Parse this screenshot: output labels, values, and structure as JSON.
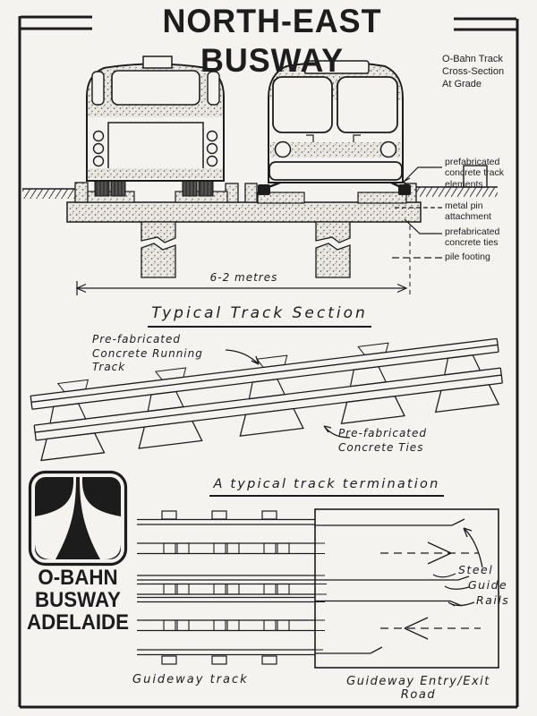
{
  "page": {
    "title": "NORTH-EAST BUSWAY"
  },
  "colors": {
    "ink": "#1c1c1c",
    "paper": "#f5f3ef"
  },
  "cross_section": {
    "caption": "O-Bahn Track\nCross-Section\nAt Grade",
    "labels": {
      "track_elements": "prefabricated\nconcrete track\nelements",
      "metal_pin": "metal pin\nattachment",
      "concrete_ties": "prefabricated\nconcrete ties",
      "pile_footing": "pile footing",
      "dimension": "6-2 metres"
    }
  },
  "track_section": {
    "heading": "Typical Track Section",
    "labels": {
      "running_track": "Pre-fabricated\nConcrete Running\nTrack",
      "ties": "Pre-fabricated\nConcrete Ties"
    }
  },
  "termination": {
    "heading": "A typical track termination",
    "rail_labels": [
      "Steel",
      "Guide",
      "Rails"
    ],
    "guideway_track": "Guideway track",
    "entry_exit": "Guideway Entry/Exit Road"
  },
  "logo": {
    "icon": "obahn-busway-emblem",
    "lines": [
      "O-BAHN",
      "BUSWAY",
      "ADELAIDE"
    ]
  }
}
